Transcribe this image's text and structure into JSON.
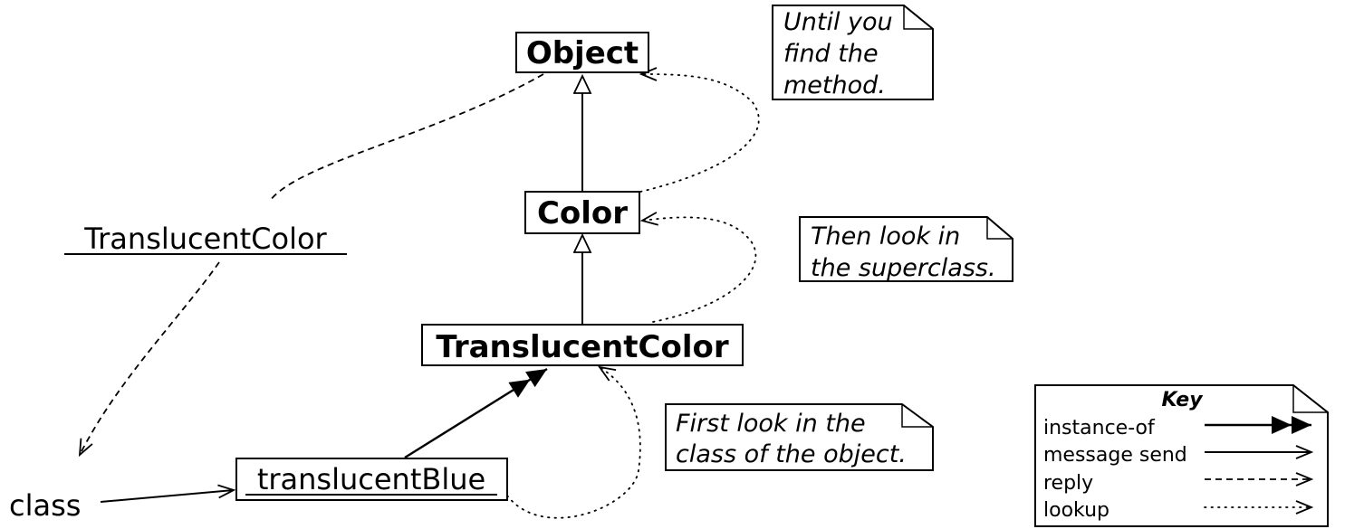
{
  "classes": {
    "object": "Object",
    "color": "Color",
    "translucent_color": "TranslucentColor"
  },
  "instances": {
    "translucent_blue": "translucentBlue",
    "translucent_color_class": "TranslucentColor"
  },
  "labels": {
    "class_message": "class"
  },
  "notes": {
    "until_found": [
      "Until you",
      "find the",
      "method."
    ],
    "then_superclass": [
      "Then look in",
      "the superclass."
    ],
    "first_look": [
      "First look in the",
      "class of the object."
    ]
  },
  "key": {
    "title": "Key",
    "items": [
      "instance-of",
      "message send",
      "reply",
      "lookup"
    ]
  }
}
